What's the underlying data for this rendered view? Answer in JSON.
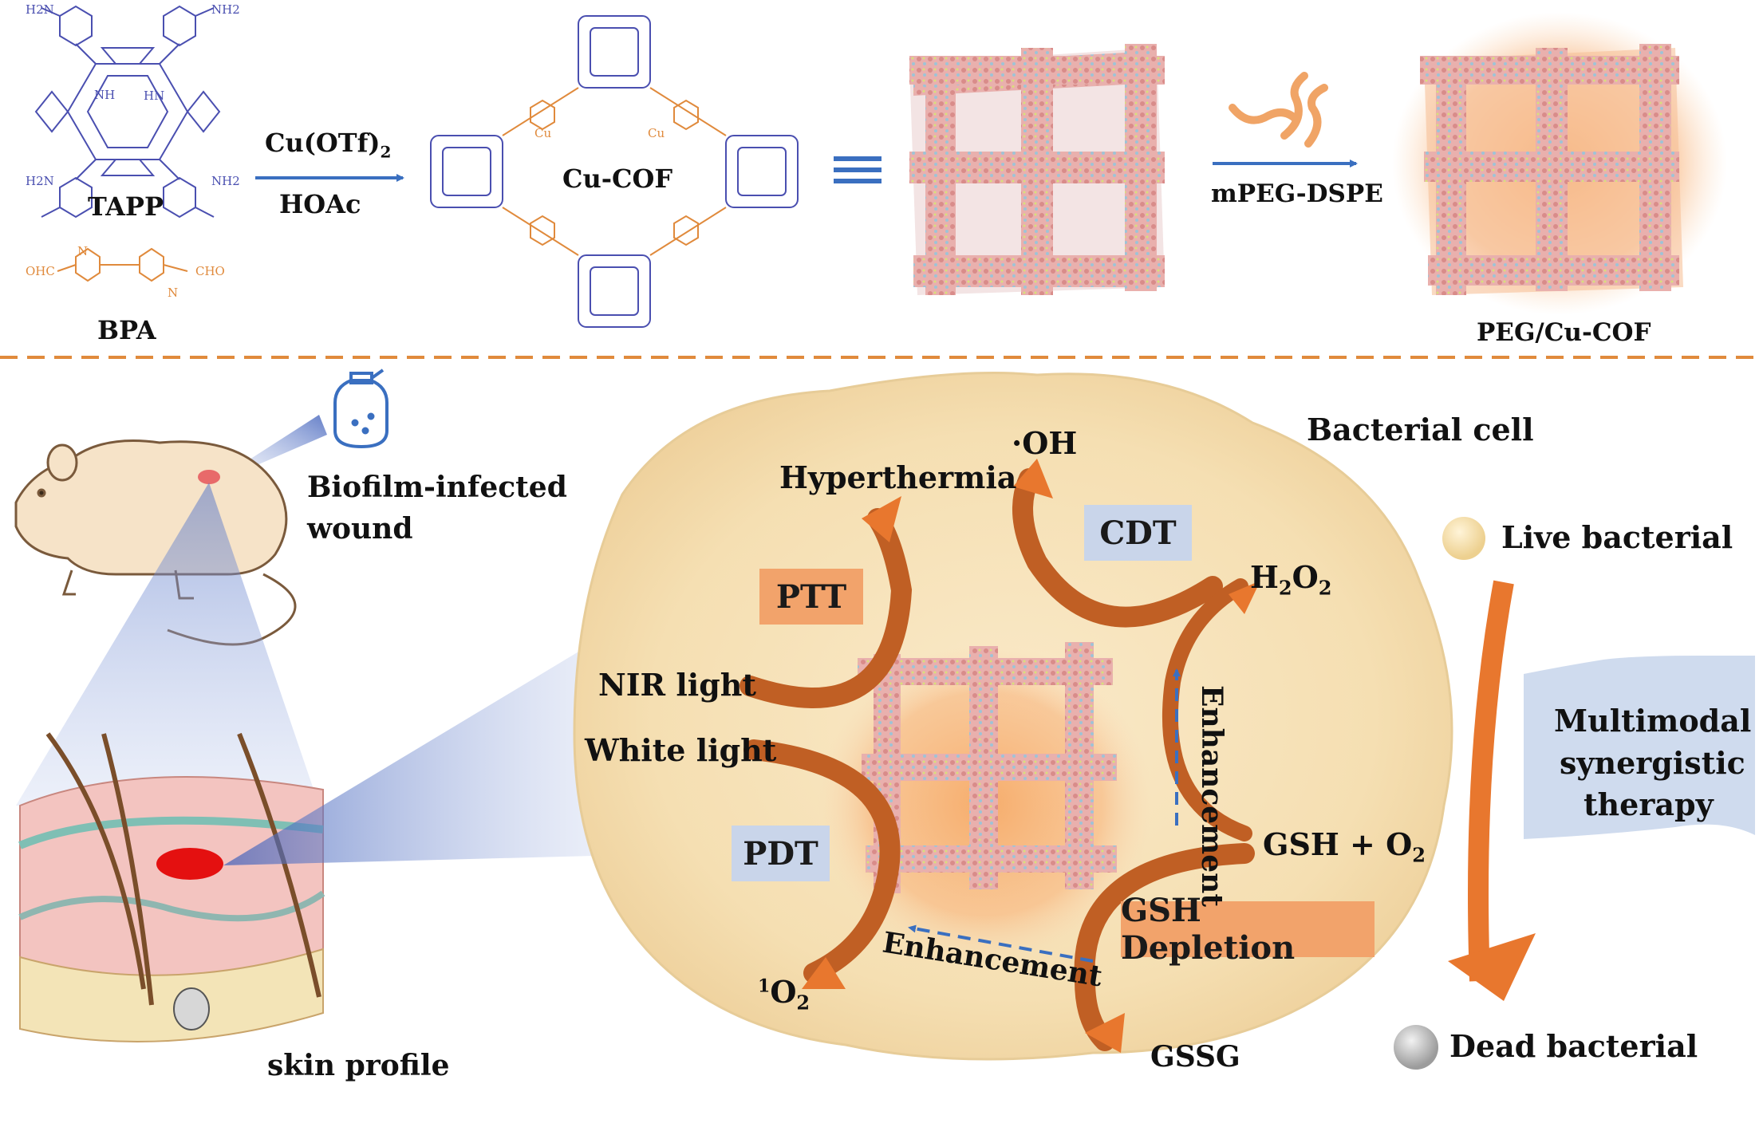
{
  "synthesis": {
    "tapp_label": "TAPP",
    "bpa_label": "BPA",
    "reagent_top": "Cu(OTf)",
    "reagent_top_sub": "2",
    "reagent_bottom": "HOAc",
    "cof_label": "Cu-COF",
    "peg_reagent": "mPEG-DSPE",
    "product_label": "PEG/Cu-COF",
    "h2n": "H2N",
    "nh2": "NH2",
    "ohc": "OHC",
    "cho": "CHO",
    "n": "N",
    "nh": "NH",
    "hn": "HN",
    "cu": "Cu"
  },
  "model": {
    "target_label_line1": "Biofilm-infected",
    "target_label_line2": "wound",
    "skin_label": "skin profile"
  },
  "cell": {
    "title": "Bacterial cell",
    "oh": "·OH",
    "hyperthermia": "Hyperthermia",
    "cdt": "CDT",
    "ptt": "PTT",
    "h2o2_h": "H",
    "h2o2_sub1": "2",
    "h2o2_o": "O",
    "h2o2_sub2": "2",
    "nir": "NIR light",
    "white": "White light",
    "pdt": "PDT",
    "gsh_o2": "GSH + O",
    "gsh_o2_sub": "2",
    "gsh_depletion": "GSH Depletion",
    "enhancement_vertical": "Enhancement",
    "enhancement_horizontal": "Enhancement",
    "singlet_sup": "1",
    "singlet_o": "O",
    "singlet_sub": "2",
    "gssg": "GSSG"
  },
  "outcome": {
    "live": "Live bacterial",
    "dead": "Dead bacterial",
    "therapy_line1": "Multimodal",
    "therapy_line2": "synergistic",
    "therapy_line3": "therapy"
  },
  "colors": {
    "molecule_blue": "#4a4fb0",
    "molecule_orange": "#e08a3c",
    "arrow_blue": "#3a6fc0",
    "arrow_orange": "#e8772e",
    "arrow_brown": "#c05f24",
    "divider": "#e08a3c",
    "cell_fill": "#f4ddae",
    "cof_pink": "#e9a9a7",
    "box_orange": "#f2a36b",
    "box_blue": "#c9d5ea",
    "wound_red": "#e41010"
  }
}
